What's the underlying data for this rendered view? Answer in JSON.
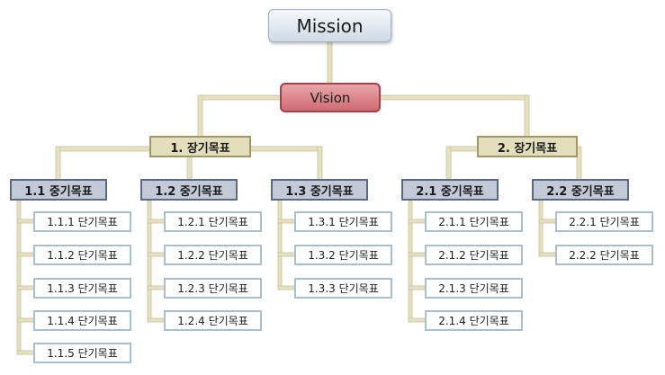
{
  "mission": "Mission",
  "vision": "Vision",
  "goals": [
    {
      "label": "1. 장기목표",
      "mid": [
        {
          "label": "1.1 중기목표",
          "short": [
            "1.1.1 단기목표",
            "1.1.2 단기목표",
            "1.1.3 단기목표",
            "1.1.4 단기목표",
            "1.1.5 단기목표"
          ]
        },
        {
          "label": "1.2 중기목표",
          "short": [
            "1.2.1 단기목표",
            "1.2.2 단기목표",
            "1.2.3 단기목표",
            "1.2.4 단기목표"
          ]
        },
        {
          "label": "1.3 중기목표",
          "short": [
            "1.3.1 단기목표",
            "1.3.2 단기목표",
            "1.3.3 단기목표"
          ]
        }
      ]
    },
    {
      "label": "2. 장기목표",
      "mid": [
        {
          "label": "2.1 중기목표",
          "short": [
            "2.1.1 단기목표",
            "2.1.2 단기목표",
            "2.1.3 단기목표",
            "2.1.4 단기목표"
          ]
        },
        {
          "label": "2.2 중기목표",
          "short": [
            "2.2.1 단기목표",
            "2.2.2 단기목표"
          ]
        }
      ]
    }
  ],
  "colors": {
    "connector": "#e6e1c3",
    "connector_outline": "#c9c29a",
    "vision_fill": "#d97a80",
    "longterm_fill": "#e3dfbd",
    "midterm_fill": "#c2c9d7",
    "shortterm_border": "#a9bfd0"
  }
}
